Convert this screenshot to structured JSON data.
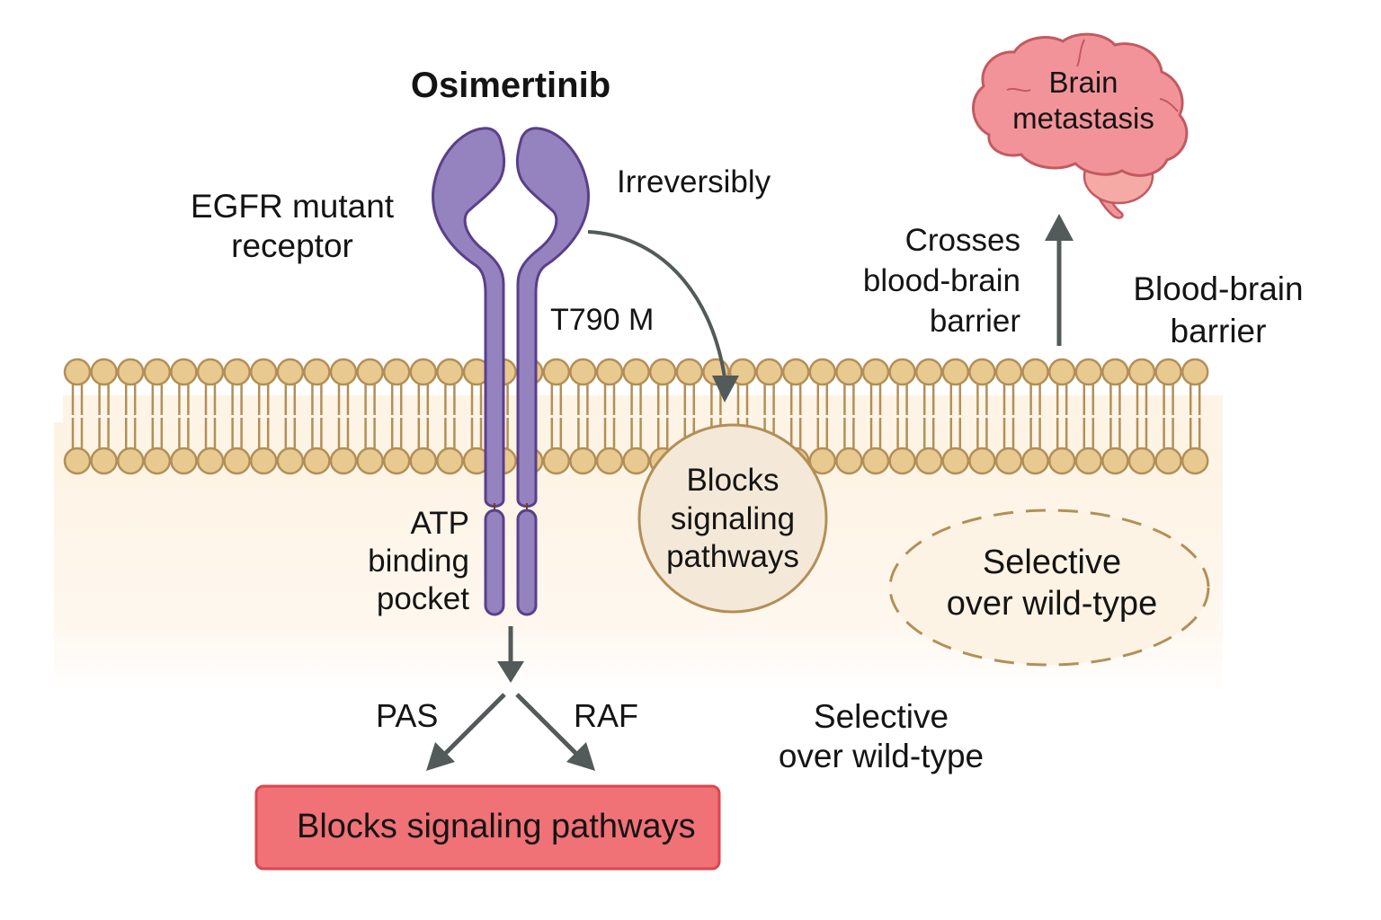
{
  "title": "Osimertinib",
  "colors": {
    "receptor_fill": "#9483bf",
    "receptor_stroke": "#5a3f8a",
    "lipid_head_fill": "#e8c990",
    "lipid_head_stroke": "#b38f57",
    "cytoplasm": "#fdf3e3",
    "arrow": "#525a5a",
    "brain_fill": "#f2939a",
    "brain_stroke": "#c25a60",
    "cerebellum_fill": "#f5aaa6",
    "bubble_fill": "#f4e8d8",
    "bubble_stroke": "#b38f57",
    "outcome_box_fill": "#f07176",
    "outcome_box_stroke": "#d9484f"
  },
  "labels": {
    "receptor": [
      "EGFR mutant",
      "receptor"
    ],
    "binding_mode": "Irreversibly",
    "mutation": "T790 M",
    "atp_pocket": [
      "ATP",
      "binding",
      "pocket"
    ],
    "bubble_blocks": [
      "Blocks",
      "signaling",
      "pathways"
    ],
    "crosses_bbb": [
      "Crosses",
      "blood-brain",
      "barrier"
    ],
    "bbb": [
      "Blood-brain",
      "barrier"
    ],
    "brain": [
      "Brain",
      "metastasis"
    ],
    "selective_oval": [
      "Selective",
      "over wild-type"
    ],
    "selective_plain": [
      "Selective",
      "over wild-type"
    ],
    "pathway_left": "PAS",
    "pathway_right": "RAF",
    "outcome_box": "Blocks signaling pathways"
  },
  "icons": {
    "membrane": "lipid-bilayer-icon",
    "receptor": "egfr-receptor-icon",
    "brain": "brain-icon"
  }
}
